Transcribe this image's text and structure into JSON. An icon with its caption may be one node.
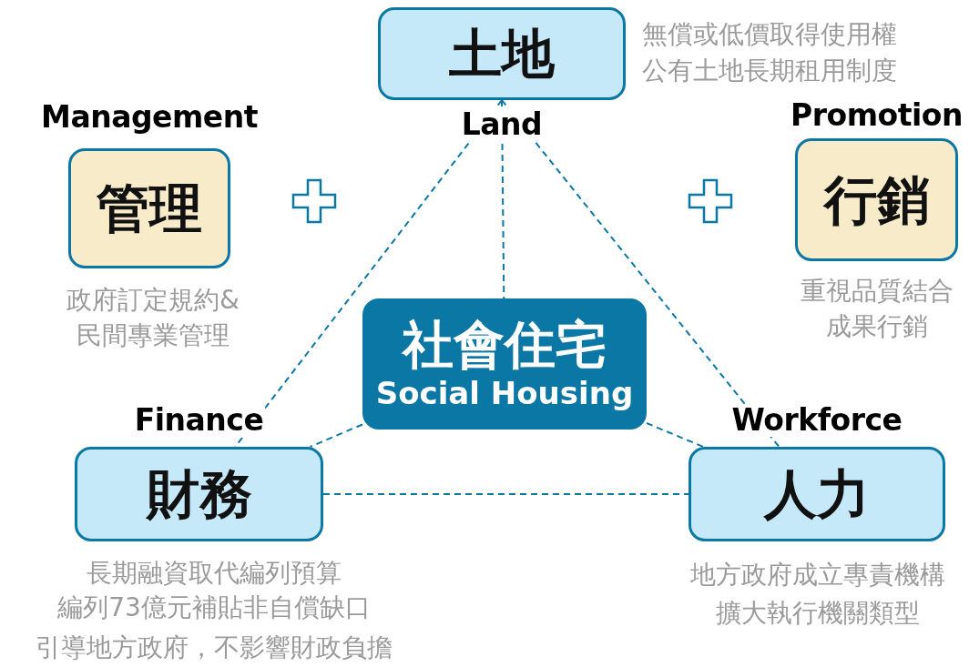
{
  "diagram": {
    "nodes": [
      {
        "text": [
          "土地",
          "Land"
        ],
        "beside": [
          "無償或低價取得使用權",
          "公有土地長期租用制度"
        ]
      },
      {
        "text": [
          "Management",
          "管理"
        ],
        "beside": [
          "政府訂定規約&民間專業管理"
        ]
      },
      {
        "text": [
          "Promotion",
          "行銷"
        ],
        "beside": [
          "重視品質結合成果行銷"
        ]
      },
      {
        "text": [
          "社會住宅",
          "Social Housing"
        ]
      },
      {
        "text": [
          "Finance",
          "財務"
        ],
        "beside": [
          "長期融資取代編列預算",
          "編列73億元補貼非自償缺口",
          "引導地方政府，不影響財政負擔"
        ]
      },
      {
        "text": [
          "Workforce",
          "人力"
        ],
        "beside": [
          "地方政府成立專責機構",
          "擴大執行機關類型"
        ]
      }
    ],
    "edges": [
      {
        "from": 0,
        "to": 4,
        "arrow": "none",
        "style": "dashed"
      },
      {
        "from": 0,
        "to": 3,
        "arrow": "none",
        "style": "dashed"
      },
      {
        "from": 0,
        "to": 5,
        "arrow": "none",
        "style": "dashed"
      },
      {
        "from": 3,
        "to": 4,
        "arrow": "none",
        "style": "dashed"
      },
      {
        "from": 3,
        "to": 5,
        "arrow": "none",
        "style": "dashed"
      },
      {
        "from": 4,
        "to": 5,
        "arrow": "none",
        "style": "dashed"
      }
    ]
  }
}
